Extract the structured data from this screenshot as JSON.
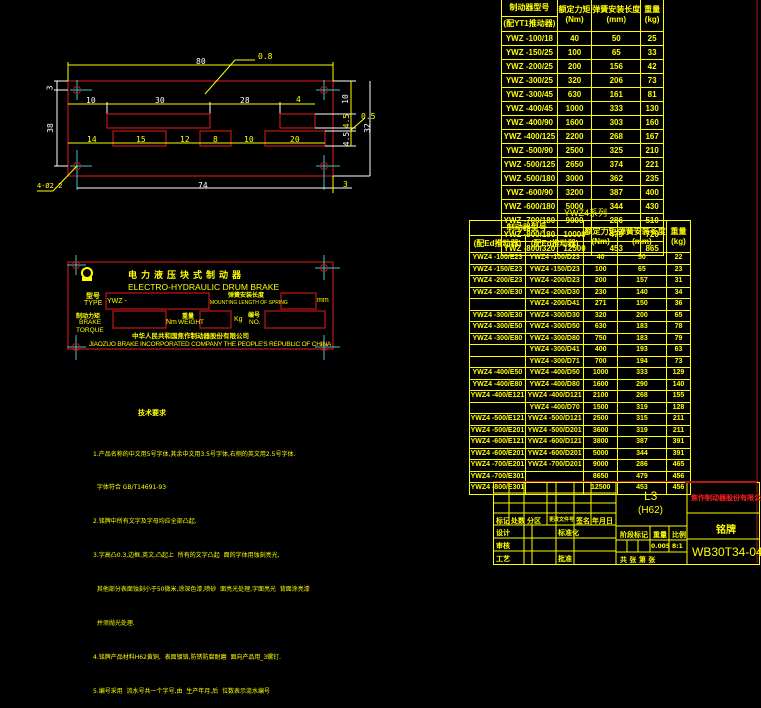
{
  "drawing": {
    "plate_dimensions": {
      "overall_width": "80",
      "hole_spacing": "74",
      "edge_offset": "3",
      "height": "38",
      "height_right": "32",
      "top_margin": "3",
      "roughness": "0.8",
      "hole_callout": "4-Ø2.2",
      "row1": [
        "10",
        "30",
        "28",
        "4"
      ],
      "row2": [
        "14",
        "15",
        "12",
        "8",
        "10",
        "20"
      ],
      "right": [
        "10",
        "4.5",
        "0.5",
        "4.5"
      ]
    },
    "nameplate": {
      "title_cn": "电力液压块式制动器",
      "title_en": "ELECTRO-HYDRAULIC DRUM BRAKE",
      "type_cn": "型号",
      "type_en": "TYPE",
      "type_value": "YWZ -",
      "spring_cn": "弹簧安装长度",
      "spring_en": "MOUNTING LENGTH OF SPRING",
      "spring_unit": "mm",
      "torque_cn": "制动力矩",
      "torque_en1": "BRAKE",
      "torque_en2": "TORQUE",
      "torque_unit": "Nm",
      "weight_cn": "重量",
      "weight_en": "WEIGHT",
      "weight_unit": "Kg",
      "no_cn": "编号",
      "no_en": "NO.",
      "maker_cn": "中华人民共和国焦作制动器股份有限公司",
      "maker_en": "JIAOZUO BRAKE INCORPORATED COMPANY THE PEOPLE'S REPUBLIC OF CHINA"
    },
    "tech_requirements": {
      "title": "技术要求",
      "items": [
        "1.产品名称的中文用5号字体,其余中文用3.5号字体,右侧的英文用2.5号字体.",
        "  字体符合 GB/T14691-93",
        "2.铭牌中所有文字及字母均应全部凸起.",
        "3.字高凸0.3,边框,英文,凸起上  所有的文字凸起  面的字体用蚀刻亮光,",
        "  其他部分表面蚀刻小于50微米,涂深色漆,喷砂  面亮光处理,字面亮光  背面涂亮漆",
        "  并须抛光处理.",
        "4.铭牌产品材料H62黄铜,  表面镀铬,防锈防腐耐磨  面向产品用_3螺钉.",
        "5.编号采用  流水号共一个字号,由  生产年月,后  位数表示流水编号"
      ]
    }
  },
  "table_yt1": {
    "headers": [
      "制动器型号",
      "额定力矩",
      "弹簧安装长度",
      "重量"
    ],
    "subheaders": [
      "(配YT1推动器)",
      "(Nm)",
      "(mm)",
      "(kg)"
    ],
    "rows": [
      [
        "YWZ -100/18",
        "40",
        "50",
        "25"
      ],
      [
        "YWZ -150/25",
        "100",
        "65",
        "33"
      ],
      [
        "YWZ -200/25",
        "200",
        "156",
        "42"
      ],
      [
        "YWZ -300/25",
        "320",
        "206",
        "73"
      ],
      [
        "YWZ -300/45",
        "630",
        "161",
        "81"
      ],
      [
        "YWZ -400/45",
        "1000",
        "333",
        "130"
      ],
      [
        "YWZ -400/90",
        "1600",
        "303",
        "160"
      ],
      [
        "YWZ -400/125",
        "2200",
        "268",
        "167"
      ],
      [
        "YWZ -500/90",
        "2500",
        "325",
        "210"
      ],
      [
        "YWZ -500/125",
        "2650",
        "374",
        "221"
      ],
      [
        "YWZ -500/180",
        "3000",
        "362",
        "235"
      ],
      [
        "YWZ -600/90",
        "3200",
        "387",
        "400"
      ],
      [
        "YWZ -600/180",
        "5000",
        "344",
        "430"
      ],
      [
        "YWZ -700/180",
        "9000",
        "286",
        "510"
      ],
      [
        "YWZ -800/180",
        "10000",
        "479",
        "720"
      ],
      [
        "YWZ -800/320",
        "12500",
        "453",
        "865"
      ]
    ]
  },
  "table_ywz4": {
    "caption": "YWZ4系列",
    "headers": [
      "制动器型号",
      "额定力矩",
      "弹簧安装长度",
      "重量"
    ],
    "subheaders": [
      "(配Ed推动器)",
      "(配Ed推动器)",
      "(Nm)",
      "(mm)",
      "(kg)"
    ],
    "rows": [
      [
        "YWZ4 -100/E23",
        "YWZ4 -100/D23",
        "40",
        "50",
        "22"
      ],
      [
        "YWZ4 -150/E23",
        "YWZ4 -150/D23",
        "100",
        "65",
        "23"
      ],
      [
        "YWZ4 -200/E23",
        "YWZ4 -200/D23",
        "200",
        "157",
        "31"
      ],
      [
        "YWZ4 -200/E30",
        "YWZ4 -200/D30",
        "230",
        "140",
        "34"
      ],
      [
        "",
        "YWZ4 -200/D41",
        "271",
        "150",
        "36"
      ],
      [
        "YWZ4 -300/E30",
        "YWZ4 -300/D30",
        "320",
        "200",
        "65"
      ],
      [
        "YWZ4 -300/E50",
        "YWZ4 -300/D50",
        "630",
        "183",
        "78"
      ],
      [
        "YWZ4 -300/E80",
        "YWZ4 -300/D80",
        "750",
        "183",
        "79"
      ],
      [
        "",
        "YWZ4 -300/D41",
        "400",
        "193",
        "63"
      ],
      [
        "",
        "YWZ4 -300/D71",
        "700",
        "194",
        "73"
      ],
      [
        "YWZ4 -400/E50",
        "YWZ4 -400/D50",
        "1000",
        "333",
        "129"
      ],
      [
        "YWZ4 -400/E80",
        "YWZ4 -400/D80",
        "1600",
        "290",
        "140"
      ],
      [
        "YWZ4 -400/E121",
        "YWZ4 -400/D121",
        "2100",
        "268",
        "155"
      ],
      [
        "",
        "YWZ4 -400/D70",
        "1500",
        "319",
        "128"
      ],
      [
        "YWZ4 -500/E121",
        "YWZ4 -500/D121",
        "2500",
        "315",
        "211"
      ],
      [
        "YWZ4 -500/E201",
        "YWZ4 -500/D201",
        "3600",
        "319",
        "211"
      ],
      [
        "YWZ4 -600/E121",
        "YWZ4 -600/D121",
        "3800",
        "387",
        "391"
      ],
      [
        "YWZ4 -600/E201",
        "YWZ4 -600/D201",
        "5000",
        "344",
        "391"
      ],
      [
        "YWZ4 -700/E201",
        "YWZ4 -700/D201",
        "9000",
        "286",
        "465"
      ],
      [
        "YWZ4 -700/E301",
        "",
        "8650",
        "479",
        "456"
      ],
      [
        "YWZ4 -800/E301",
        "",
        "12500",
        "453",
        "456"
      ]
    ]
  },
  "title_block": {
    "material": "L3",
    "material_sub": "(H62)",
    "company": "焦作制动器股份有限公司",
    "part_name": "铭牌",
    "drawing_no": "WB30T34-04",
    "labels": {
      "mark": "标记",
      "qty": "处数",
      "zone": "分区",
      "change_doc": "更改文件号",
      "sign": "签名",
      "date": "年月日",
      "design": "设计",
      "standardize": "标准化",
      "review": "审核",
      "process": "工艺",
      "approve": "批准",
      "stage_mark": "阶段标记",
      "weight": "重量",
      "scale": "比例",
      "sheets": "共 张 第 张"
    },
    "weight_value": "0.005",
    "scale_value": "8:1"
  }
}
